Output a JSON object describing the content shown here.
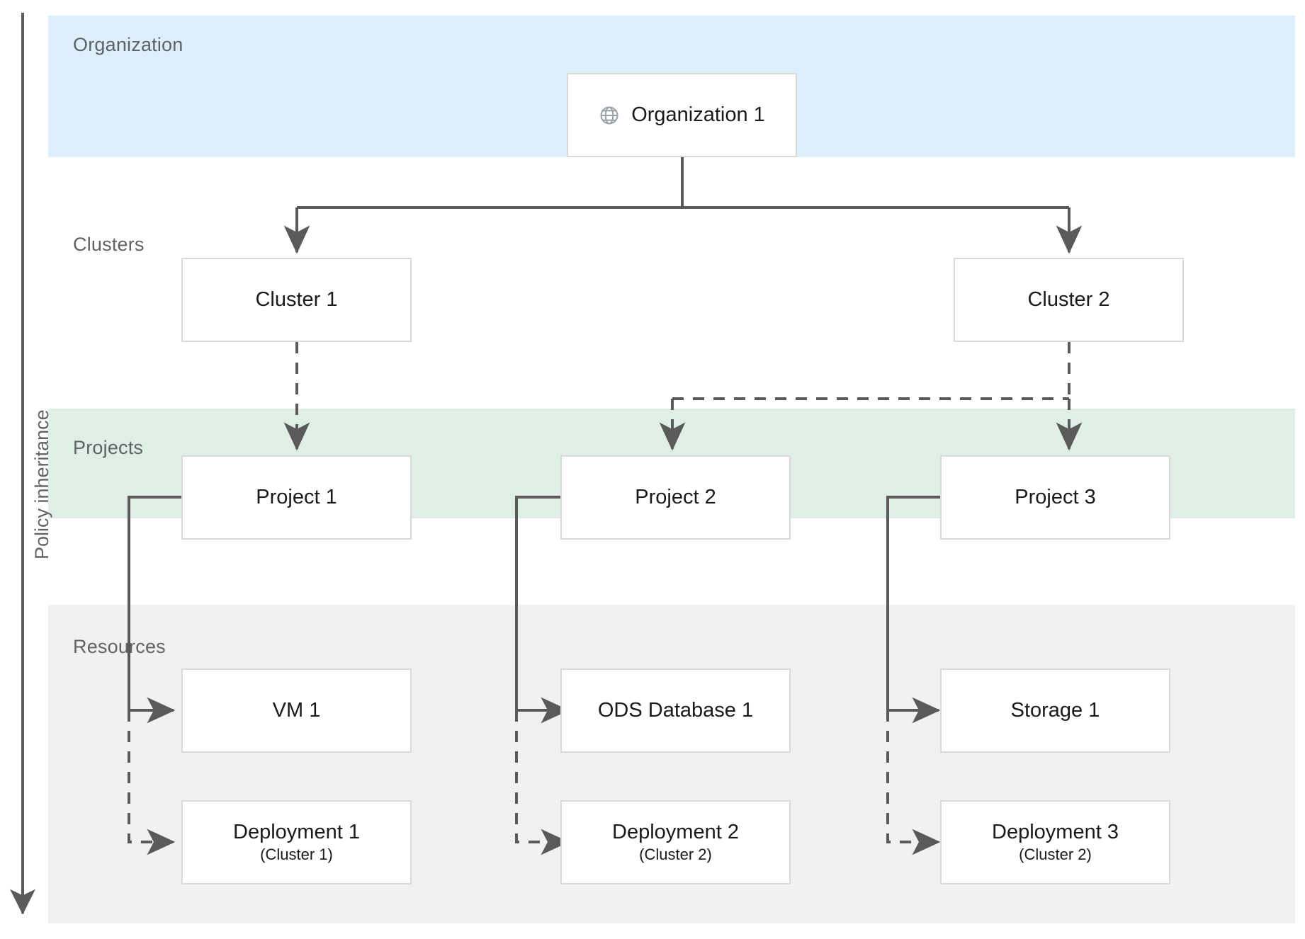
{
  "diagram": {
    "axis": {
      "label": "Policy inheritance"
    },
    "bands": [
      {
        "name": "organization",
        "label": "Organization",
        "color": "#ddeffb"
      },
      {
        "name": "clusters",
        "label": "Clusters",
        "color": "#ffffff"
      },
      {
        "name": "projects",
        "label": "Projects",
        "color": "#e0efe6"
      },
      {
        "name": "resources",
        "label": "Resources",
        "color": "#f1f1f1"
      }
    ],
    "nodes": {
      "organization": {
        "label": "Organization 1",
        "icon": "globe-icon"
      },
      "clusters": [
        {
          "label": "Cluster 1"
        },
        {
          "label": "Cluster 2"
        }
      ],
      "projects": [
        {
          "label": "Project 1"
        },
        {
          "label": "Project 2"
        },
        {
          "label": "Project 3"
        }
      ],
      "resources": [
        {
          "label": "VM 1"
        },
        {
          "label": "ODS Database 1"
        },
        {
          "label": "Storage 1"
        }
      ],
      "deployments": [
        {
          "label": "Deployment 1",
          "sublabel": "(Cluster 1)"
        },
        {
          "label": "Deployment 2",
          "sublabel": "(Cluster 2)"
        },
        {
          "label": "Deployment 3",
          "sublabel": "(Cluster 2)"
        }
      ]
    },
    "colors": {
      "organization_band": "#ddeffb",
      "projects_band": "#e0efe6",
      "resources_band": "#f1f1f1",
      "node_border": "#d9d9d9",
      "edge": "#5a5a5a",
      "band_label_text": "#5f6368",
      "node_text": "#1a1a1a"
    }
  }
}
